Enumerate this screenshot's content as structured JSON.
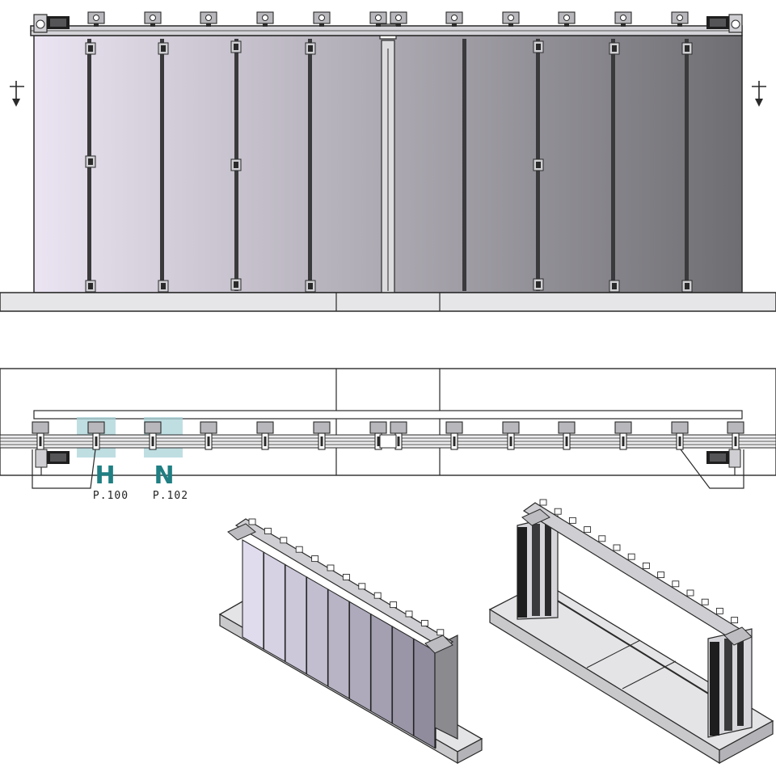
{
  "colors": {
    "line": "#2a2a2a",
    "panel_light": "#ebe4f2",
    "panel_dark": "#6e6e72",
    "floor": "#e2e2e4",
    "hardware": "#b8b8bc",
    "accent": "#1f7f83",
    "highlight": "#a9d3d8"
  },
  "callouts": [
    {
      "letter": "H",
      "page": "P.100"
    },
    {
      "letter": "N",
      "page": "P.102"
    }
  ],
  "icons": {
    "section_marker": "down-arrow-icon",
    "motor": "motor-icon"
  }
}
